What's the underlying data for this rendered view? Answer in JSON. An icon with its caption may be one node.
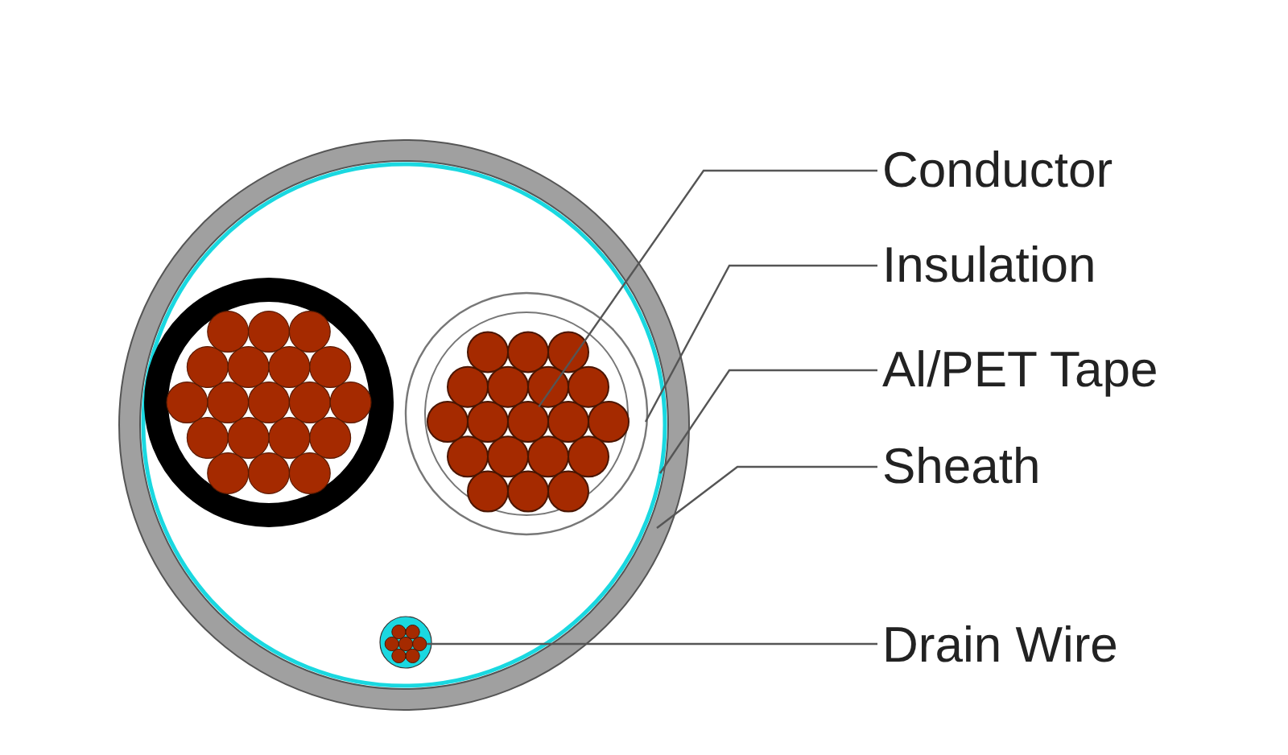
{
  "diagram": {
    "nodes": [
      {
        "text": [
          "Conductor"
        ]
      },
      {
        "text": [
          "Insulation"
        ]
      },
      {
        "text": [
          "Al/PET Tape"
        ]
      },
      {
        "text": [
          "Sheath"
        ]
      },
      {
        "text": [
          "Drain Wire"
        ]
      },
      {
        "text": [],
        "shape": "circle",
        "in": 6
      },
      {
        "text": [],
        "shape": "circle",
        "in": 7
      },
      {
        "text": [],
        "shape": "circle",
        "in": 8
      },
      {
        "text": [],
        "shape": "circle"
      },
      {
        "text": [],
        "shape": "circle",
        "in": 7
      }
    ],
    "edges": [
      {
        "from": 0,
        "to": 5,
        "arrow": "none"
      },
      {
        "from": 1,
        "to": 6,
        "arrow": "none"
      },
      {
        "from": 2,
        "to": 7,
        "arrow": "none"
      },
      {
        "from": 3,
        "to": 8,
        "arrow": "none"
      },
      {
        "from": 4,
        "to": 9,
        "arrow": "none"
      }
    ]
  }
}
